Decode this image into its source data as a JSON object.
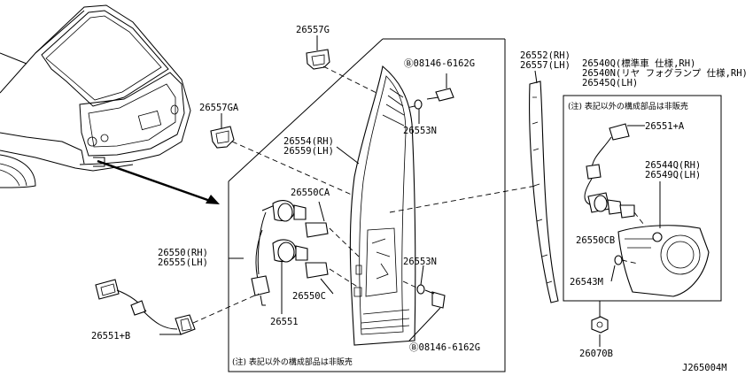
{
  "labels": {
    "p26557G": "26557G",
    "p26557GA": "26557GA",
    "screw_top": "Ⓑ08146-6162G",
    "p26553N_top": "26553N",
    "p26554_rh": "26554(RH)",
    "p26559_lh": "26559(LH)",
    "p26552_rh": "26552(RH)",
    "p26557_lh": "26557(LH)",
    "p26540Q": "26540Q(標準車 仕様,RH)",
    "p26540N": "26540N(リヤ フォグランプ 仕様,RH)",
    "p26545Q": "26545Q(LH)",
    "note_right": "(注) 表記以外の構成部品は非販売",
    "p26551A": "26551+A",
    "p26544Q": "26544Q(RH)",
    "p26549Q": "26549Q(LH)",
    "p26550CB": "26550CB",
    "p26543M": "26543M",
    "p26070B": "26070B",
    "p26550CA": "26550CA",
    "p26550_rh": "26550(RH)",
    "p26555_lh": "26555(LH)",
    "p26550C": "26550C",
    "p26553N_bottom": "26553N",
    "p26551": "26551",
    "p26551B": "26551+B",
    "screw_bottom": "Ⓑ08146-6162G",
    "note_left": "(注) 表記以外の構成部品は非販売",
    "diagram_id": "J265004M"
  }
}
